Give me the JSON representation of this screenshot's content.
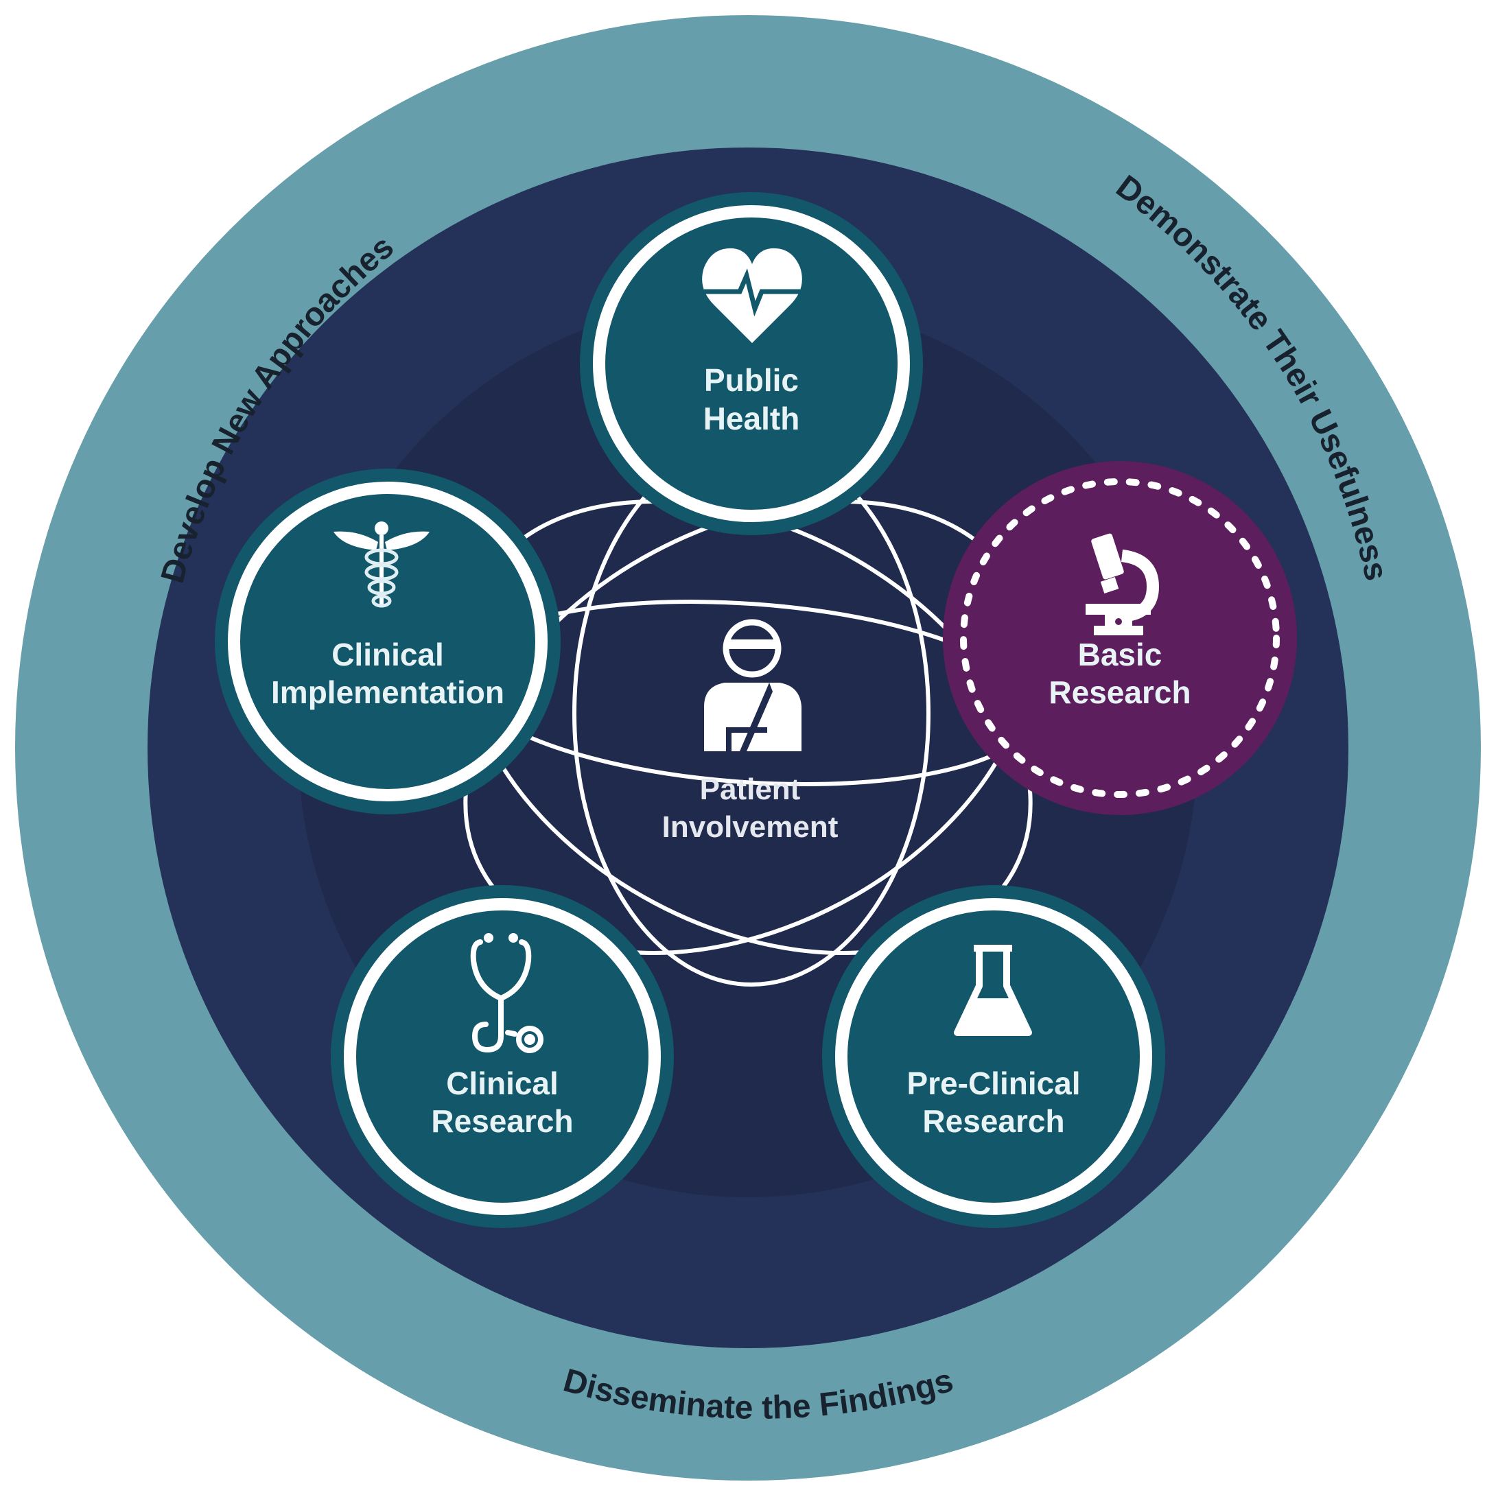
{
  "colors": {
    "outer_ring": "#669fab",
    "navy_ring": "#243158",
    "inner_core": "#1f2a4c",
    "node_teal": "#12576a",
    "node_purple": "#5c1e5c",
    "white": "#ffffff",
    "ring_text": "#17222e"
  },
  "outer_ring_labels": {
    "left": "Develop New Approaches",
    "right": "Demonstrate Their Usefulness",
    "bottom": "Disseminate the Findings"
  },
  "center": {
    "icon": "patient-arm-sling-icon",
    "line1": "Patient",
    "line2": "Involvement"
  },
  "nodes": [
    {
      "id": "public-health",
      "icon": "heart-pulse-icon",
      "line1": "Public",
      "line2": "Health",
      "style": "solid",
      "color": "teal"
    },
    {
      "id": "basic-research",
      "icon": "microscope-icon",
      "line1": "Basic",
      "line2": "Research",
      "style": "dotted",
      "color": "purple",
      "highlighted": true
    },
    {
      "id": "pre-clinical-research",
      "icon": "flask-icon",
      "line1": "Pre-Clinical",
      "line2": "Research",
      "style": "solid",
      "color": "teal"
    },
    {
      "id": "clinical-research",
      "icon": "stethoscope-icon",
      "line1": "Clinical",
      "line2": "Research",
      "style": "solid",
      "color": "teal"
    },
    {
      "id": "clinical-implementation",
      "icon": "caduceus-icon",
      "line1": "Clinical",
      "line2": "Implementation",
      "style": "solid",
      "color": "teal"
    }
  ]
}
